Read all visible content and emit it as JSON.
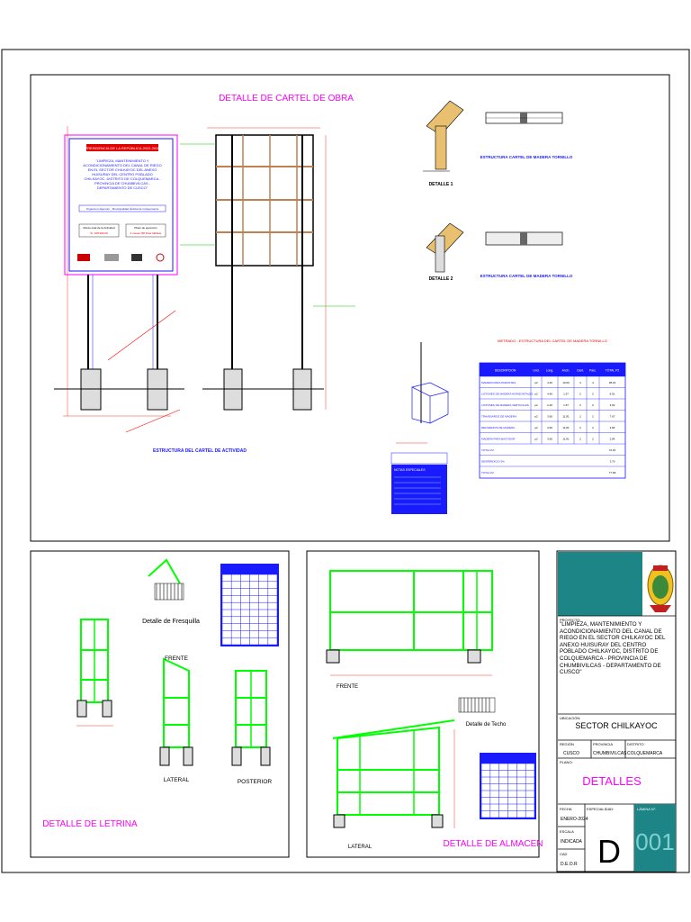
{
  "sheet": {
    "title_cartel": "DETALLE DE CARTEL DE OBRA",
    "title_letrina": "DETALLE DE LETRINA",
    "title_almacen": "DETALLE DE ALMACEN"
  },
  "sign": {
    "header": "PRESIDENCIA DE LA REPÚBLICA 2022-2026",
    "project_text": "\"LIMPIEZA, MANTENIMIENTO Y ACONDICIONAMIENTO DEL CANAL DE RIEGO EN EL SECTOR CHILKAYOC DEL ANEXO HUISURAY DEL CENTRO POBLADO CHILKAYOC, DISTRITO DE COLQUEMARCA - PROVINCIA DE CHUMBIVILCAS - DEPARTAMENTO DE CUSCO\"",
    "executor": "Organismo Ejecutor : Municipalidad distrital de Colquemarca",
    "amount_label": "Monto total de la Actividad",
    "amount_value": "S/. 108,990.00",
    "time_label": "Plazo de ejecución",
    "time_value": "2 meses (60 Días hábiles)"
  },
  "labels": {
    "estructura_actividad": "ESTRUCTURA DEL CARTEL DE ACTIVIDAD",
    "detalle1": "DETALLE 1",
    "detalle2": "DETALLE 2",
    "estructura_tornillo1": "ESTRUCTURA CARTEL DE MADERA TORNILLO",
    "estructura_tornillo2": "ESTRUCTURA CARTEL DE MADERA TORNILLO",
    "metrado_title": "METRADO - ESTRUCTURA DEL CARTEL DE MADERA TORNILLO",
    "detalle_fresquilla": "Detalle de Fresquilla",
    "frente1": "FRENTE",
    "lateral1": "LATERAL",
    "posterior": "POSTERIOR",
    "frente2": "FRENTE",
    "lateral2": "LATERAL",
    "detalle_techo": "Detalle de Techo",
    "notas": "NOTAS ESPECIALES"
  },
  "metrado_table": {
    "headers": [
      "DESCRIPCION",
      "Und.",
      "Long.",
      "Anch.",
      "Cant.",
      "Parc.",
      "TOTAL P2"
    ],
    "rows": [
      [
        "MADERA PARA PARANTES",
        "p2",
        "4.40",
        "10.00",
        "4",
        "4",
        "38.24"
      ],
      [
        "LISTONES DE MADERA HORIZONTALES",
        "p2",
        "4.40",
        "1.57",
        "2",
        "2",
        "6.91"
      ],
      [
        "LISTONES DE MADERA VERTICALES",
        "p2",
        "2.40",
        "1.57",
        "2",
        "2",
        "3.62"
      ],
      [
        "TRAVESAÑOS DE MADERA",
        "p2",
        "3.60",
        "11.81",
        "2",
        "2",
        "7.67"
      ],
      [
        "REFUERZOS DE MADERA",
        "p2",
        "3.60",
        "11.81",
        "2",
        "2",
        "2.84"
      ],
      [
        "MADERA PARA BASTIDOR",
        "p2",
        "3.60",
        "11.81",
        "2",
        "2",
        "2.84"
      ],
      [
        "TOTAL P2",
        "",
        "",
        "",
        "",
        "",
        "72.91"
      ],
      [
        "DESPERDICIO 5%",
        "",
        "",
        "",
        "",
        "",
        "3.70"
      ],
      [
        "TOTAL P2",
        "",
        "",
        "",
        "",
        "",
        "77.68"
      ]
    ]
  },
  "title_block": {
    "project_label": "PROYECTO:",
    "project_text": "\"LIMPIEZA, MANTENIMIENTO Y ACONDICIONAMIENTO DEL CANAL DE RIEGO EN EL SECTOR CHILKAYOC DEL ANEXO HUISURAY DEL CENTRO POBLADO CHILKAYOC, DISTRITO DE COLQUEMARCA - PROVINCIA DE CHUMBIVILCAS - DEPARTAMENTO DE CUSCO\"",
    "ubicacion_label": "UBICACIÓN:",
    "ubicacion": "SECTOR CHILKAYOC",
    "region_label": "REGIÓN",
    "region": "CUSCO",
    "provincia_label": "PROVINCIA",
    "provincia": "CHUMBIVILCAS",
    "distrito_label": "DISTRITO",
    "distrito": "COLQUEMARCA",
    "plano_label": "PLANO:",
    "plano": "DETALLES",
    "fecha_label": "FECHA",
    "fecha": "ENERO-2024",
    "escala_label": "ESCALA",
    "escala": "INDICADA",
    "cad_label": "CAD",
    "cad": "D.E.O.R",
    "especialidad_label": "ESPECIALIDAD:",
    "especialidad": "D",
    "lamina_label": "LÁMINA N°:",
    "lamina": "001"
  },
  "colors": {
    "accent_teal": "#1d8585",
    "magenta": "#ff00ff",
    "green": "#00ff00",
    "red": "#ff0000",
    "blue": "#1a1aff"
  }
}
